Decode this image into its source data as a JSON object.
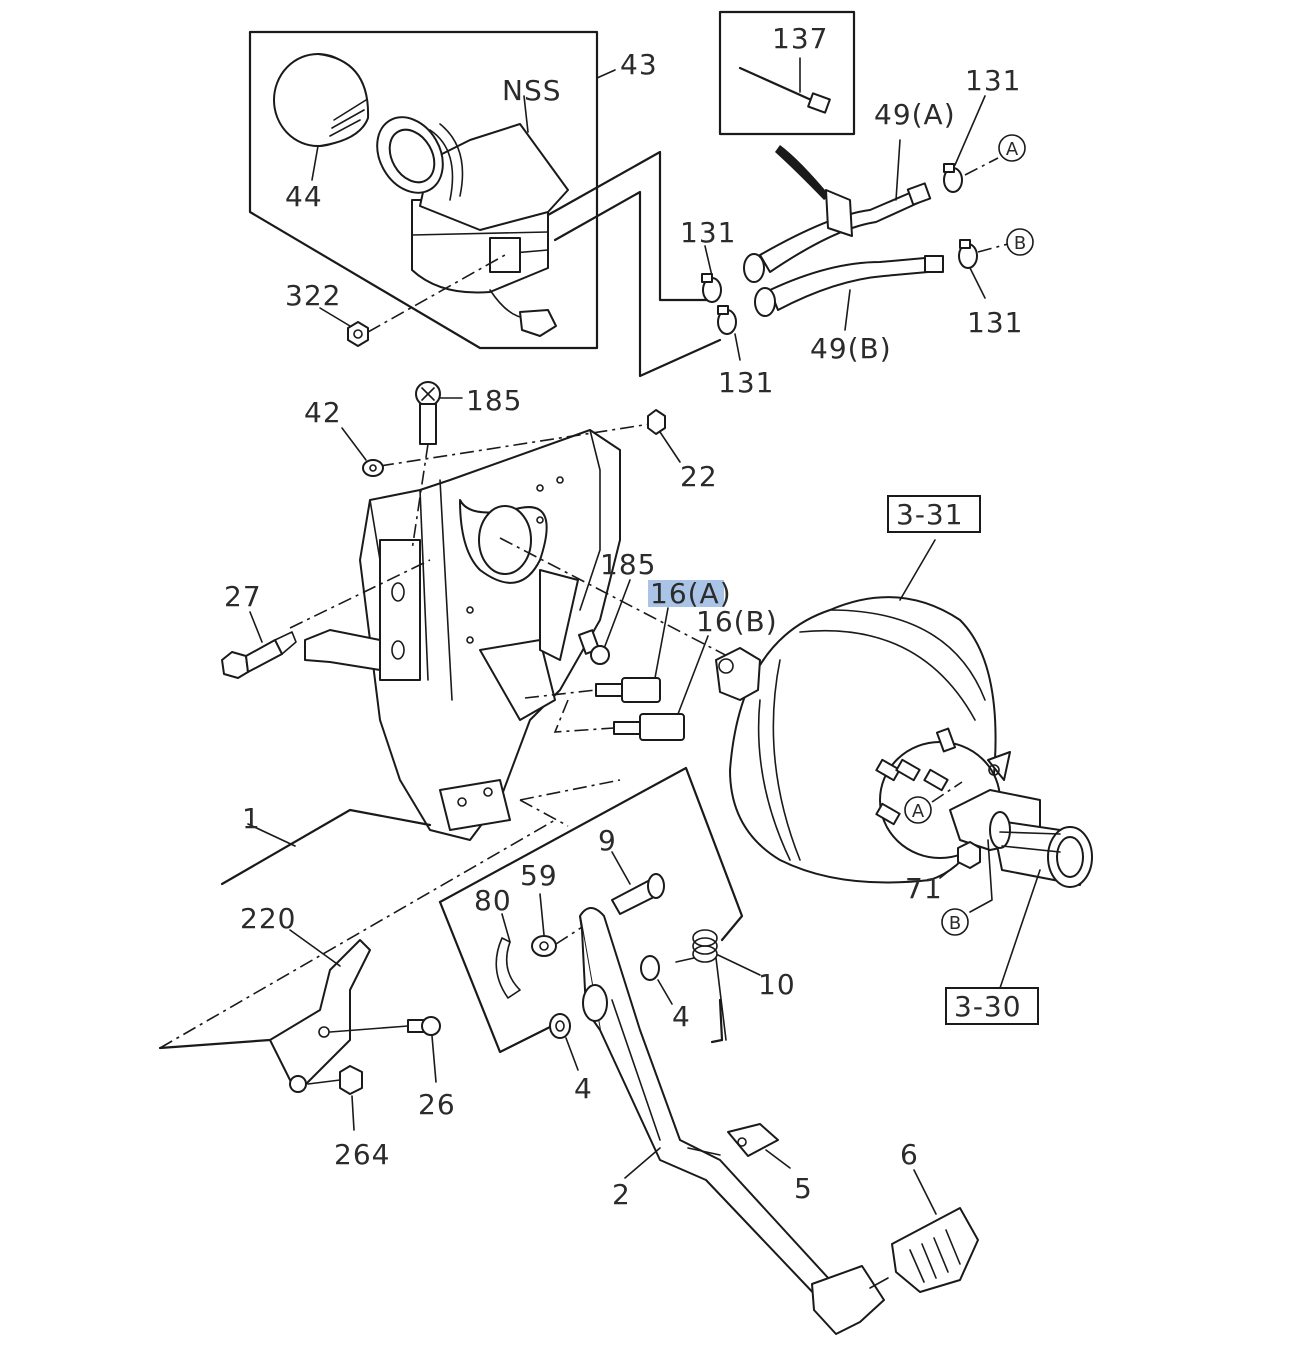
{
  "labels": {
    "l137": "137",
    "l43": "43",
    "lNSS": "NSS",
    "l44": "44",
    "l322": "322",
    "l131a": "131",
    "l131b": "131",
    "l131c": "131",
    "l131d": "131",
    "l49a": "49(A)",
    "l49b": "49(B)",
    "l185a": "185",
    "l42": "42",
    "l22": "22",
    "l3_31": "3-31",
    "l27": "27",
    "l185b": "185",
    "l16a": "16(A)",
    "l16b": "16(B)",
    "l1": "1",
    "l9": "9",
    "l59": "59",
    "l80": "80",
    "l220": "220",
    "l10": "10",
    "l4a": "4",
    "l4b": "4",
    "l71": "71",
    "l3_30": "3-30",
    "l26": "26",
    "l264": "264",
    "l5": "5",
    "l6": "6",
    "l2": "2",
    "circA1": "A",
    "circB1": "B",
    "circA2": "A",
    "circB2": "B"
  },
  "highlight": {
    "target": "16(A)",
    "color": "#a9c4e6"
  }
}
